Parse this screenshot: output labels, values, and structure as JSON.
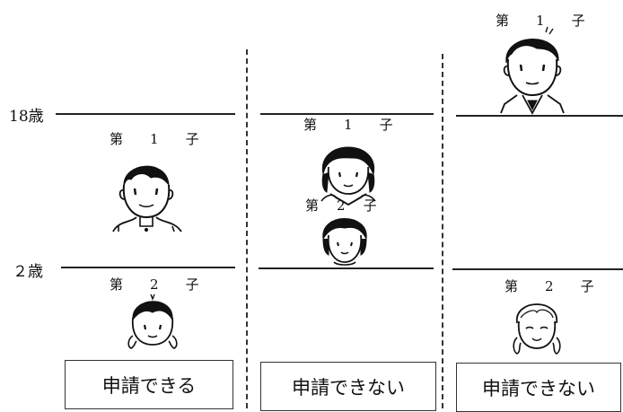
{
  "age_labels": {
    "upper": "18歳",
    "lower": "２歳"
  },
  "children": {
    "first": {
      "word": "第",
      "num": "1",
      "suffix": "子"
    },
    "second": {
      "word": "第",
      "num": "2",
      "suffix": "子"
    }
  },
  "columns": [
    {
      "result": "申請できる"
    },
    {
      "result": "申請できない"
    },
    {
      "result": "申請できない"
    }
  ]
}
